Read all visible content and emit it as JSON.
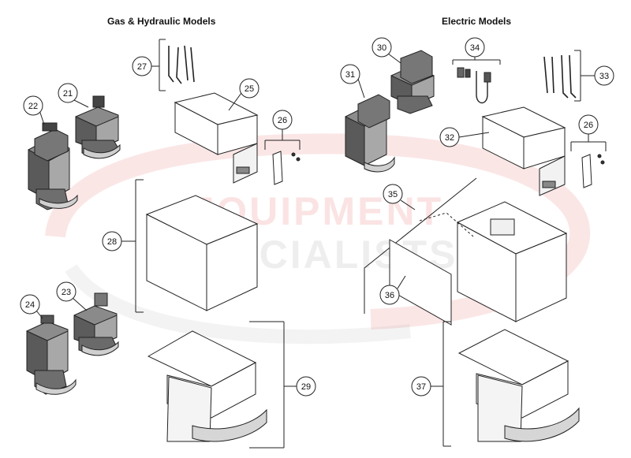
{
  "headings": {
    "gas_hydraulic": "Gas & Hydraulic Models",
    "electric": "Electric Models"
  },
  "watermark": {
    "line1": "EQUIPMENT",
    "line2": "SPECIALISTS",
    "color_red": "#e23b3b",
    "color_gray": "#9a9a9a"
  },
  "callouts": {
    "c21": "21",
    "c22": "22",
    "c23": "23",
    "c24": "24",
    "c25": "25",
    "c26a": "26",
    "c26b": "26",
    "c27": "27",
    "c28": "28",
    "c29": "29",
    "c30": "30",
    "c31": "31",
    "c32": "32",
    "c33": "33",
    "c34": "34",
    "c35": "35",
    "c36": "36",
    "c37": "37"
  }
}
